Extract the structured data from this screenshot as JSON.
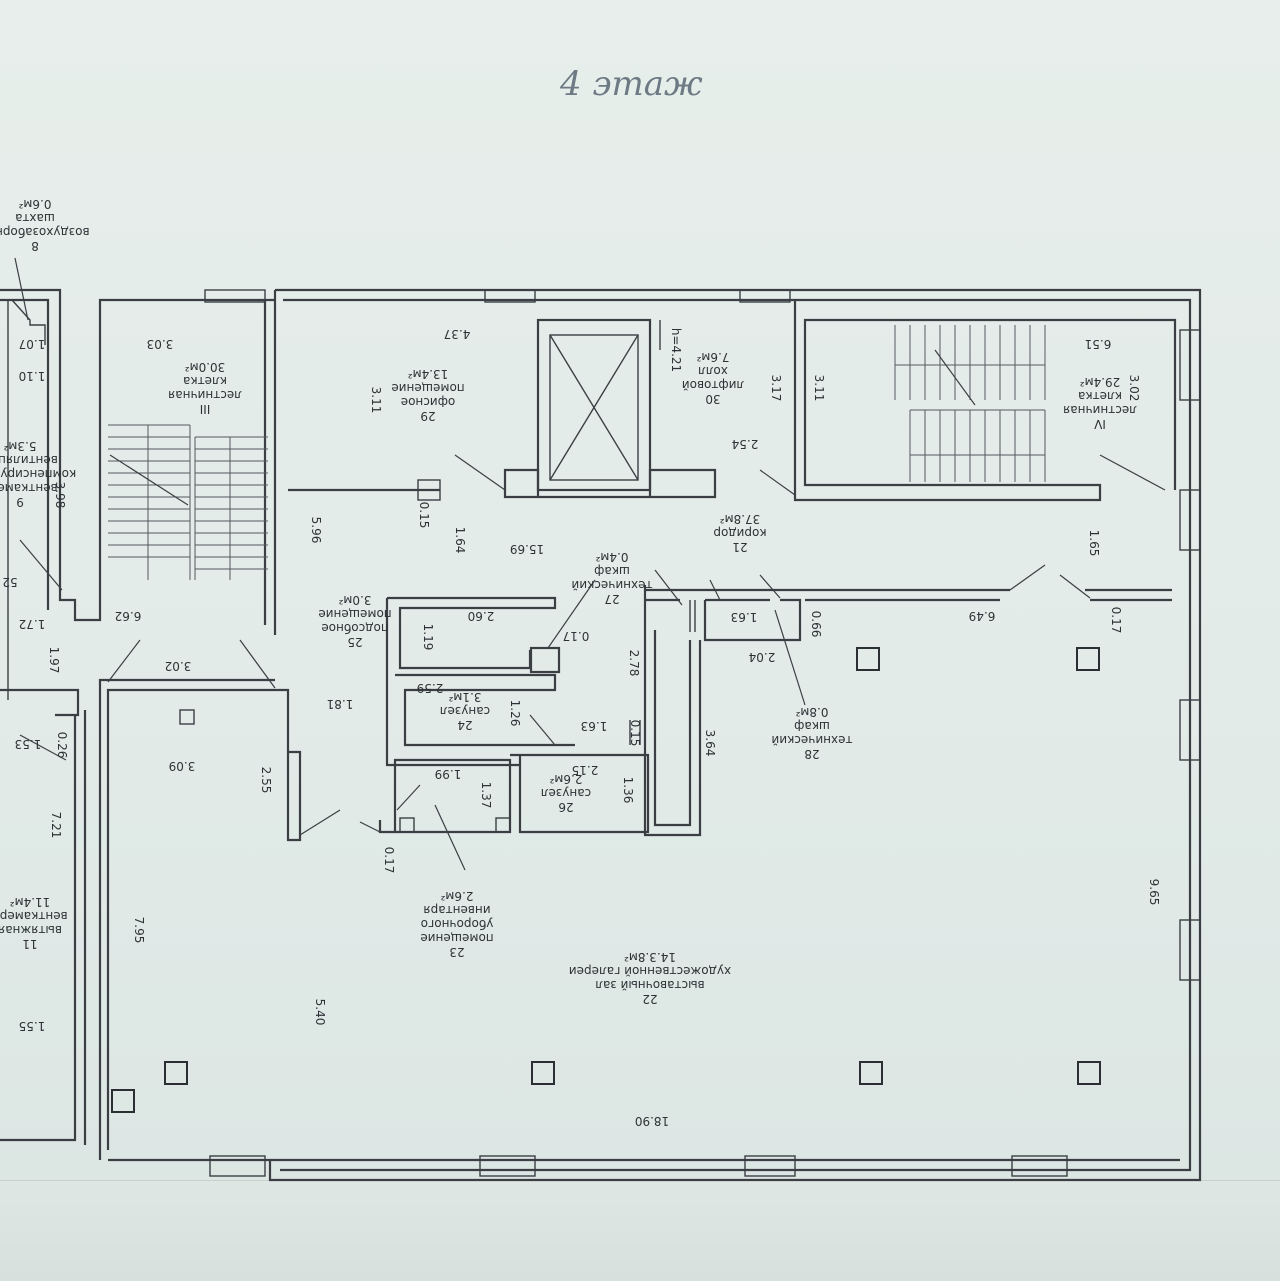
{
  "header": {
    "floor_title": "4 этаж"
  },
  "rooms": [
    {
      "id": "r8",
      "lines": [
        "8",
        "воздухозаборная",
        "шахта",
        "0.6м²"
      ]
    },
    {
      "id": "r9",
      "lines": [
        "9",
        "венткамера",
        "компенсирующей",
        "вентиляции",
        "5.3м²"
      ]
    },
    {
      "id": "r11",
      "lines": [
        "11",
        "вытяжная",
        "венткамера",
        "11.4м²"
      ]
    },
    {
      "id": "r3",
      "lines": [
        "III",
        "лестничная",
        "клетка",
        "30.0м²"
      ]
    },
    {
      "id": "r29",
      "lines": [
        "29",
        "офисное",
        "помещение",
        "13.4м²"
      ]
    },
    {
      "id": "r30",
      "lines": [
        "30",
        "лифтовой",
        "холл",
        "7.6м²"
      ]
    },
    {
      "id": "r4",
      "lines": [
        "IV",
        "лестничная",
        "клетка",
        "29.4м²"
      ]
    },
    {
      "id": "r21",
      "lines": [
        "21",
        "коридор",
        "37.8м²"
      ]
    },
    {
      "id": "r27",
      "lines": [
        "27",
        "технический",
        "шкаф",
        "0.4м²"
      ]
    },
    {
      "id": "r25",
      "lines": [
        "25",
        "подсобное",
        "помещение",
        "3.0м²"
      ]
    },
    {
      "id": "r24",
      "lines": [
        "24",
        "санузел",
        "3.1м²"
      ]
    },
    {
      "id": "r26",
      "lines": [
        "26",
        "санузел",
        "2.6м²"
      ]
    },
    {
      "id": "r28",
      "lines": [
        "28",
        "технический",
        "шкаф",
        "0.8м²"
      ]
    },
    {
      "id": "r23",
      "lines": [
        "23",
        "помещение",
        "уборочного",
        "инвентаря",
        "2.6м²"
      ]
    },
    {
      "id": "r22",
      "lines": [
        "22",
        "выставочный зал",
        "художественной галереи",
        "14.3.8м²"
      ]
    }
  ],
  "dimensions": {
    "d_1_07": "1.07",
    "d_1_10": "1.10",
    "d_3_98": "3.98",
    "d_52": "52",
    "d_1_72": "1.72",
    "d_1_97": "1.97",
    "d_1_53": "1.53",
    "d_0_26": "0.26",
    "d_7_21": "7.21",
    "d_1_55": "1.55",
    "d_3_03": "3.03",
    "d_4_37": "4.37",
    "d_3_11a": "3.11",
    "d_h": "h=4.21",
    "d_3_17": "3.17",
    "d_3_11b": "3.11",
    "d_6_51": "6.51",
    "d_3_02a": "3.02",
    "d_2_54": "2.54",
    "d_0_15a": "0.15",
    "d_5_96": "5.96",
    "d_1_64": "1.64",
    "d_15_69": "15.69",
    "d_1_65": "1.65",
    "d_6_62": "6.62",
    "d_3_02b": "3.02",
    "d_2_60": "2.60",
    "d_1_19": "1.19",
    "d_0_17a": "0.17",
    "d_2_78": "2.78",
    "d_1_63a": "1.63",
    "d_0_66": "0.66",
    "d_6_49": "6.49",
    "d_0_17b": "0.17",
    "d_2_04": "2.04",
    "d_1_81": "1.81",
    "d_2_59": "2.59",
    "d_1_26": "1.26",
    "d_1_63b": "1.63",
    "d_0_15b": "0.15",
    "d_3_64": "3.64",
    "d_3_09": "3.09",
    "d_2_55": "2.55",
    "d_1_99": "1.99",
    "d_1_37": "1.37",
    "d_2_15": "2.15",
    "d_1_36": "1.36",
    "d_0_17c": "0.17",
    "d_7_95": "7.95",
    "d_5_40": "5.40",
    "d_9_65": "9.65",
    "d_18_90": "18.90"
  }
}
